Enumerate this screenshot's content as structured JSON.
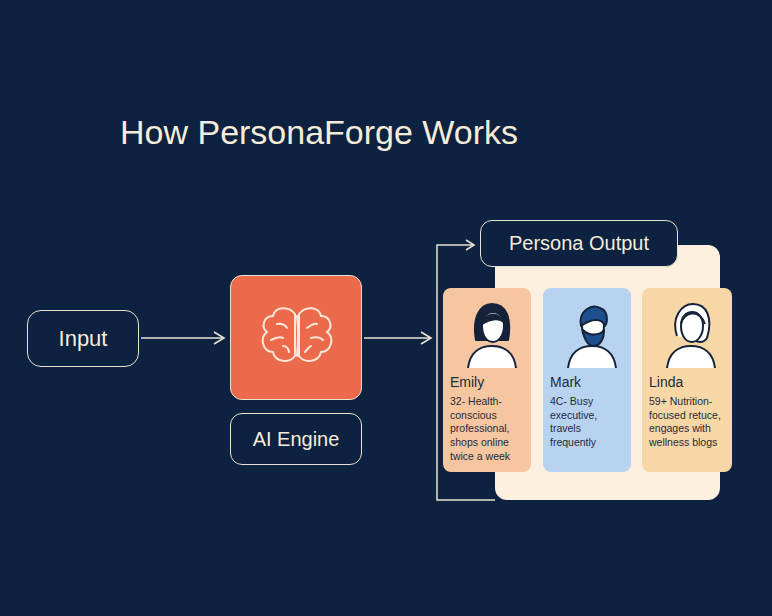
{
  "diagram": {
    "title": "How PersonaForge Works",
    "nodes": [
      {
        "text": [
          "Input"
        ]
      },
      {
        "text": [
          "AI Engine"
        ]
      },
      {
        "text": [
          "Persona Output"
        ]
      },
      {
        "text": [
          "Emily",
          "32- Health-conscious professional, shops online twice a week"
        ],
        "in": 2
      },
      {
        "text": [
          "Mark",
          "4C- Busy executive, travels frequently"
        ],
        "in": 2
      },
      {
        "text": [
          "Linda",
          "59+ Nutrition-focused retuce, engages with wellness blogs"
        ],
        "in": 2
      }
    ],
    "edges": [
      {
        "from": 0,
        "to": 1,
        "arrow": "to"
      },
      {
        "from": 1,
        "to": 2,
        "arrow": "to"
      }
    ]
  }
}
